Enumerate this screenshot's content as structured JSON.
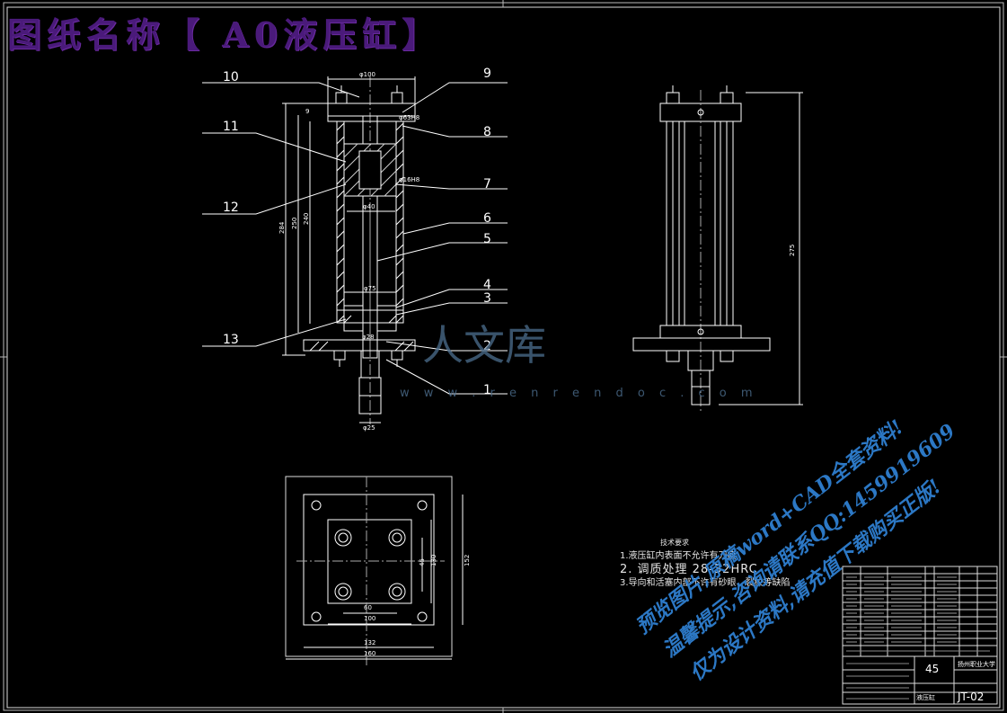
{
  "title": "图纸名称【 A0液压缸】",
  "labels": {
    "balloons": [
      "10",
      "9",
      "11",
      "8",
      "7",
      "12",
      "6",
      "5",
      "4",
      "3",
      "13",
      "2",
      "1"
    ],
    "dims": [
      "φ100",
      "φ63H8",
      "φ16H8",
      "φ40",
      "φ75",
      "φ28",
      "φ25",
      "284",
      "250",
      "240",
      "275",
      "9",
      "60",
      "100",
      "130",
      "132",
      "160",
      "152",
      "45"
    ]
  },
  "tech_notes": {
    "heading": "技术要求",
    "line1": "1.液压缸内表面不允许有刀痕",
    "line2": "2.   调质处理  28-32HRC",
    "line3": "3.导向和活塞内部不许有砂眼、裂纹等缺陷"
  },
  "watermark": {
    "logo": "人文库",
    "site": "w w w . r e n r e n d o c . c o m",
    "line1": "预览图片,原稿word+CAD全套资料!",
    "line2": "温馨提示,咨询请联系QQ:1459919609",
    "line3": "仅为设计资料,请充值下载购买正版!"
  },
  "title_block": {
    "material": "45",
    "school": "扬州职业大学",
    "drawing_name": "液压缸",
    "drawing_no": "JT-02"
  },
  "colors": {
    "line": "#ffffff",
    "title": "#4a1a7a",
    "watermark": "#2f7fd0"
  }
}
